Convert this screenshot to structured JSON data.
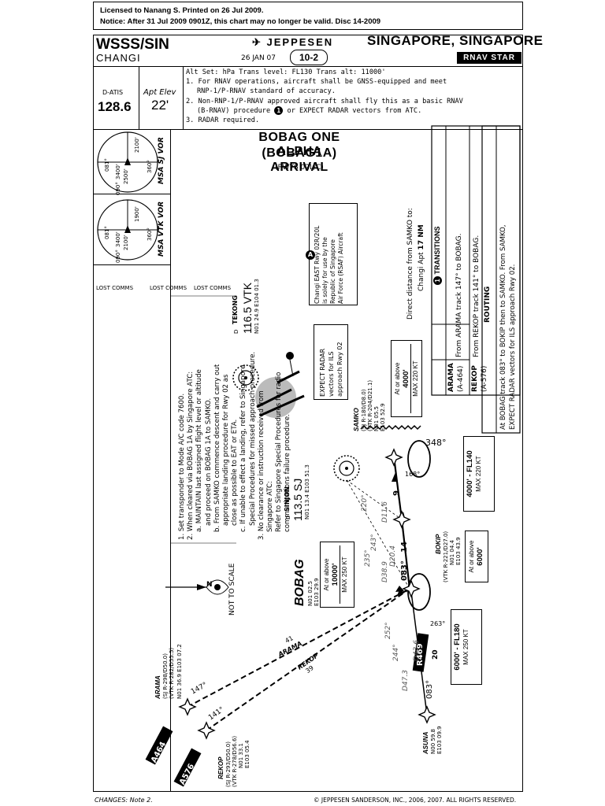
{
  "license": {
    "line1": "Licensed to Nanang S.  Printed on 26 Jul 2009.",
    "line2": "Notice: After 31 Jul 2009 0901Z, this chart may no longer be valid.  Disc 14-2009"
  },
  "header": {
    "airport_id": "WSSS/SIN",
    "airport_name": "CHANGI",
    "brand": "JEPPESEN",
    "date": "26 JAN 07",
    "chart_number": "10-2",
    "city": "SINGAPORE, SINGAPORE",
    "chart_type": "RNAV STAR"
  },
  "atis": {
    "label": "D-ATIS",
    "freq": "128.6"
  },
  "elev": {
    "label": "Apt Elev",
    "value": "22'"
  },
  "notes": {
    "altset": "Alt Set: hPa     Trans level: FL130     Trans alt: 11000'",
    "n1a": "1. For RNAV operations, aircraft shall be GNSS-equipped and meet",
    "n1b": "RNP-1/P-RNAV standard of accuracy.",
    "n2a": "2. Non-RNP-1/P-RNAV approved aircraft shall fly this as a basic RNAV",
    "n2b": "(B-RNAV) procedure",
    "n2c": "or EXPECT RADAR vectors from ATC.",
    "n2badge": "1",
    "n3": "3. RADAR required."
  },
  "title": {
    "line1": "BOBAG ONE ALPHA",
    "line2": "(BOBAG1A) ARRIVAL",
    "rwys": "(RWYS 02L/C)"
  },
  "msa": {
    "sj": {
      "label": "MSA SJ VOR",
      "a": "3400'",
      "b": "2100'",
      "c": "2500'",
      "r1": "081°",
      "r2": "360°",
      "r3": "090°"
    },
    "vtk": {
      "label": "MSA VTK VOR",
      "a": "3400'",
      "b": "1900'",
      "c": "2100'",
      "r1": "081°",
      "r2": "360°",
      "r3": "090°"
    }
  },
  "lost_comms": {
    "tag": "LOST COMMS",
    "l1": "1. Set transponder to Mode A/C code 7600.",
    "l2": "2. When cleared via BOBAG 1A by Singapore ATC:",
    "l2a1": "a. MAINTAIN last assigned flight level or altitude",
    "l2a2": "and proceed on BOBAG 1A to SAMKO.",
    "l2b1": "b. From SAMKO commence descent and carry out",
    "l2b2": "appropriate landing procedure for Rwy 02 as",
    "l2b3": "close as possible to EAT or ETA.",
    "l2c1": "c. If unable to effect a landing, refer to Singapore",
    "l2c2": "Special Procedures for missed approach procedure.",
    "l3a": "3. No clearance or instruction received from",
    "l3b": "Singapore ATC:",
    "l3c": "Refer to Singapore Special Procedures for radio",
    "l3d": "communications failure procedure."
  },
  "transitions": {
    "header": "TRANSITIONS",
    "badge": "1",
    "arama_name": "ARAMA",
    "arama_id": "(A-464)",
    "arama_text": "From ARAMA track 147° to BOBAG.",
    "rekop_name": "REKOP",
    "rekop_id": "(A-576)",
    "rekop_text": "From REKOP track 141° to BOBAG."
  },
  "routing": {
    "header": "ROUTING",
    "line1": "At BOBAG track 083° to BOKIP then to SAMKO. From SAMKO,",
    "line2": "EXPECT RADAR vectors for ILS approach Rwy 02."
  },
  "direct_distance": {
    "l1": "Direct distance from SAMKO to:",
    "l2": "Changi Apt",
    "l3": "17 NM"
  },
  "note_a": {
    "badge": "A",
    "l1": "Changi EAST Rwy 02R/20L",
    "l2": "is solely for use by the",
    "l3": "Republic of Singapore",
    "l4": "Air Force (RSAF) Aircraft"
  },
  "expect_radar": {
    "l1": "EXPECT RADAR",
    "l2": "vectors for ILS",
    "l3": "approach Rwy 02"
  },
  "navaids": {
    "tekong": {
      "name": "TEKONG",
      "freq": "116.5 VTK",
      "coord": "N01 24.9 E104 01.3",
      "class": "D"
    },
    "sinjon": {
      "name": "SINJON",
      "freq": "113.5 SJ",
      "coord": "N01 13.4 E103 51.3",
      "class": "D"
    }
  },
  "fixes": {
    "samko": {
      "name": "SAMKO",
      "r1": "(SJ R-180/D8.0)",
      "r2": "(VTK R-204/D21.1)",
      "c1": "N01 05.5",
      "c2": "E103 52.9"
    },
    "bokip": {
      "name": "BOKIP",
      "r1": "(VTK R-221/D27.0)",
      "c1": "N01 04.4",
      "c2": "E103 43.9"
    },
    "bobag": {
      "name": "BOBAG",
      "c1": "N01 02.5",
      "c2": "E103 29.9"
    },
    "arama": {
      "name": "ARAMA",
      "r1": "(SJ R-298/D50.0)",
      "r2": "(VTK R-282/D55.5)",
      "c1": "N01 36.9 E103 07.2"
    },
    "rekop": {
      "name": "REKOP",
      "r1": "(SJ R-293/D50.0)",
      "r2": "(VTK R-278/D56.6)",
      "c1": "N01 33.1",
      "c2": "E103 05.4"
    },
    "asuna": {
      "name": "ASUNA",
      "c1": "N00 59.8",
      "c2": "E103 09.9"
    }
  },
  "constraints": {
    "samko": {
      "l1": "At or above",
      "l2": "4000'",
      "l3": "MAX 220 KT"
    },
    "samko_hold": {
      "l1": "4000' - FL140",
      "l2": "MAX 220 KT"
    },
    "bokip": {
      "l1": "At or above",
      "l2": "6000'"
    },
    "bobag": {
      "l1": "At or above",
      "l2": "10000'",
      "l3": "MAX 250 KT"
    },
    "bobag_hold": {
      "l1": "6000' - FL180",
      "l2": "MAX 250 KT"
    }
  },
  "labels": {
    "hold_samko_in": "348°",
    "hold_samko_out": "168°",
    "hold_bobag_in": "083°",
    "hold_bobag_out": "263°",
    "leg_bobag_bokip_crs": "083°",
    "leg_bobag_bokip_dist": "14",
    "leg_bokip_samko_dist": "9",
    "arama_crs": "147°",
    "arama_dist": "41",
    "arama_route": "ARAMA",
    "rekop_crs": "141°",
    "rekop_dist": "39",
    "rekop_route": "REKOP",
    "asuna_dist": "20",
    "asuna_crs": "083°",
    "airway_a464": "A464",
    "airway_a576": "A576",
    "airway_r469": "R469",
    "r1": "220°",
    "r2": "D11.6",
    "r3": "243°",
    "r4": "D20.4",
    "r5": "235°",
    "r6": "D38.9",
    "r7": "252°",
    "r8": "244°",
    "r9": "D47.3",
    "r10": "D43.6",
    "not_to_scale": "NOT TO SCALE",
    "north": "N"
  },
  "footer": {
    "changes": "CHANGES:  Note 2.",
    "copyright": "© JEPPESEN SANDERSON, INC., 2006, 2007. ALL RIGHTS RESERVED."
  }
}
